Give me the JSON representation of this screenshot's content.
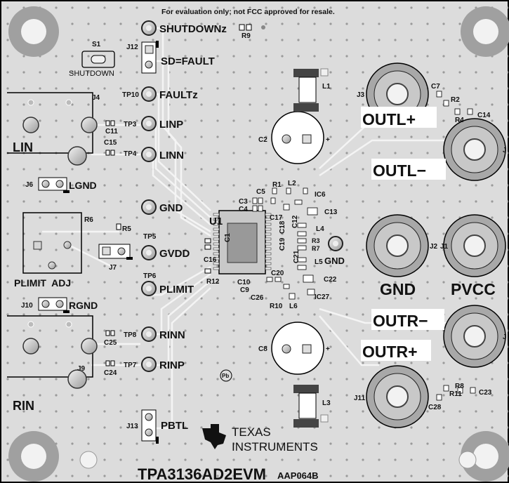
{
  "header": {
    "notice": "For evaluation only; not FCC approved for resale."
  },
  "board": {
    "part_number": "TPA3136AD2EVM",
    "revision": "AAP064B",
    "logo_text_line1": "TEXAS",
    "logo_text_line2": "INSTRUMENTS",
    "pb_mark": "Pb"
  },
  "switch": {
    "ref": "S1",
    "label": "SHUTDOWN"
  },
  "left_labels": {
    "lin": "LIN",
    "rin": "RIN",
    "plimit_adj": "PLIMIT  ADJ",
    "j4": "J4",
    "j9": "J9",
    "r6": "R6",
    "j6": "J6",
    "lgnd": "LGND",
    "j10": "J10",
    "rgnd": "RGND",
    "r5": "R5",
    "j7": "J7",
    "c11": "C11",
    "c15": "C15",
    "c25": "C25",
    "c24": "C24"
  },
  "testpoints": [
    {
      "ref": "",
      "label": "SHUTDOWNz"
    },
    {
      "ref": "J12",
      "label": "SD=FAULT"
    },
    {
      "ref": "TP10",
      "label": "FAULTz"
    },
    {
      "ref": "TP3",
      "label": "LINP"
    },
    {
      "ref": "TP4",
      "label": "LINN"
    },
    {
      "ref": "",
      "label": "GND"
    },
    {
      "ref": "TP5",
      "label": "GVDD"
    },
    {
      "ref": "TP6",
      "label": "PLIMIT"
    },
    {
      "ref": "TP8",
      "label": "RINN"
    },
    {
      "ref": "TP7",
      "label": "RINP"
    },
    {
      "ref": "J13",
      "label": "PBTL"
    }
  ],
  "center_labels": {
    "r9": "R9",
    "u1": "U1",
    "c1": "C1",
    "c16": "C16",
    "r12": "R12",
    "c2": "C2",
    "c8": "C8",
    "l1": "L1",
    "l3": "L3",
    "r1": "R1",
    "l2": "L2",
    "c5": "C5",
    "ic6": "IC6",
    "c3": "C3",
    "c4": "C4",
    "c17": "C17",
    "c13": "C13",
    "c18": "C18",
    "c12": "C12",
    "l4": "L4",
    "c19": "C19",
    "r3": "R3",
    "r7": "R7",
    "c21": "C21",
    "l5": "L5",
    "gnd_tp": "GND",
    "c10": "C10",
    "c20": "C20",
    "c22": "C22",
    "c9": "C9",
    "c26": "C26",
    "r10": "R10",
    "l6": "L6",
    "ic27": "IC27",
    "plus": "+"
  },
  "right_labels": {
    "j3": "J3",
    "c7": "C7",
    "r2": "R2",
    "r4": "R4",
    "c14": "C14",
    "outl_plus": "OUTL+",
    "outl_minus": "OUTL−",
    "j2": "J2",
    "j1": "J1",
    "gnd": "GND",
    "pvcc": "PVCC",
    "outr_minus": "OUTR−",
    "outr_plus": "OUTR+",
    "j5": "J",
    "j8": "J",
    "r8": "R8",
    "c23": "C23",
    "r11": "R11",
    "j11": "J11",
    "c28": "C28"
  }
}
